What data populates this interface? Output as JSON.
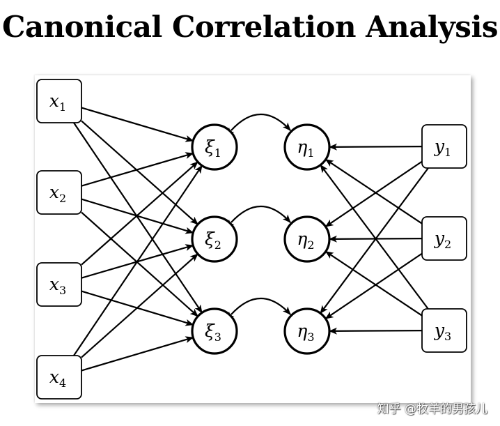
{
  "title": "Canonical Correlation Analysis",
  "watermark": "知乎 @牧羊的男孩儿",
  "colors": {
    "stroke": "#000000",
    "background": "#ffffff"
  },
  "nodes": [
    {
      "id": "x1",
      "shape": "box",
      "symbol": "x",
      "sub": "1"
    },
    {
      "id": "x2",
      "shape": "box",
      "symbol": "x",
      "sub": "2"
    },
    {
      "id": "x3",
      "shape": "box",
      "symbol": "x",
      "sub": "3"
    },
    {
      "id": "x4",
      "shape": "box",
      "symbol": "x",
      "sub": "4"
    },
    {
      "id": "xi1",
      "shape": "circle",
      "symbol": "ξ",
      "sub": "1"
    },
    {
      "id": "xi2",
      "shape": "circle",
      "symbol": "ξ",
      "sub": "2"
    },
    {
      "id": "xi3",
      "shape": "circle",
      "symbol": "ξ",
      "sub": "3"
    },
    {
      "id": "eta1",
      "shape": "circle",
      "symbol": "η",
      "sub": "1"
    },
    {
      "id": "eta2",
      "shape": "circle",
      "symbol": "η",
      "sub": "2"
    },
    {
      "id": "eta3",
      "shape": "circle",
      "symbol": "η",
      "sub": "3"
    },
    {
      "id": "y1",
      "shape": "box",
      "symbol": "y",
      "sub": "1"
    },
    {
      "id": "y2",
      "shape": "box",
      "symbol": "y",
      "sub": "2"
    },
    {
      "id": "y3",
      "shape": "box",
      "symbol": "y",
      "sub": "3"
    }
  ],
  "edges": [
    {
      "from": "x1",
      "to": "xi1"
    },
    {
      "from": "x1",
      "to": "xi2"
    },
    {
      "from": "x1",
      "to": "xi3"
    },
    {
      "from": "x2",
      "to": "xi1"
    },
    {
      "from": "x2",
      "to": "xi2"
    },
    {
      "from": "x2",
      "to": "xi3"
    },
    {
      "from": "x3",
      "to": "xi1"
    },
    {
      "from": "x3",
      "to": "xi2"
    },
    {
      "from": "x3",
      "to": "xi3"
    },
    {
      "from": "x4",
      "to": "xi1"
    },
    {
      "from": "x4",
      "to": "xi2"
    },
    {
      "from": "x4",
      "to": "xi3"
    },
    {
      "from": "y1",
      "to": "eta1"
    },
    {
      "from": "y1",
      "to": "eta2"
    },
    {
      "from": "y1",
      "to": "eta3"
    },
    {
      "from": "y2",
      "to": "eta1"
    },
    {
      "from": "y2",
      "to": "eta2"
    },
    {
      "from": "y2",
      "to": "eta3"
    },
    {
      "from": "y3",
      "to": "eta1"
    },
    {
      "from": "y3",
      "to": "eta2"
    },
    {
      "from": "y3",
      "to": "eta3"
    }
  ],
  "correlations": [
    {
      "a": "xi1",
      "b": "eta1"
    },
    {
      "a": "xi2",
      "b": "eta2"
    },
    {
      "a": "xi3",
      "b": "eta3"
    }
  ]
}
